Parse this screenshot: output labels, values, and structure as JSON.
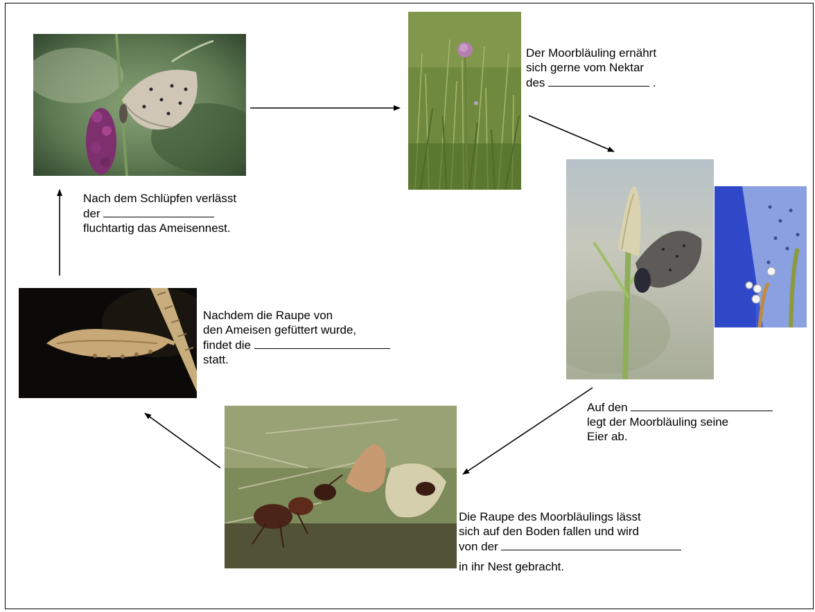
{
  "captions": {
    "nectar": {
      "line1": "Der Moorbläuling ernährt",
      "line2": "sich gerne vom Nektar",
      "line3_prefix": "des",
      "line3_suffix": "."
    },
    "eggs": {
      "line1_prefix": "Auf den",
      "line2": "legt der Moorbläuling seine",
      "line3": "Eier ab."
    },
    "ants": {
      "line1": "Die Raupe des Moorbläulings lässt",
      "line2": "sich auf den Boden fallen und wird",
      "line3_prefix": "von der",
      "line4": "in ihr Nest gebracht."
    },
    "pupa": {
      "line1": "Nachdem die Raupe von",
      "line2": "den Ameisen gefüttert wurde,",
      "line3_prefix": "findet die",
      "line4": "statt."
    },
    "hatch": {
      "line1": "Nach dem Schlüpfen verlässt",
      "line2_prefix": "der",
      "line3": "fluchtartig das Ameisennest."
    }
  },
  "colors": {
    "arrow": "#000000",
    "frame": "#000000"
  }
}
